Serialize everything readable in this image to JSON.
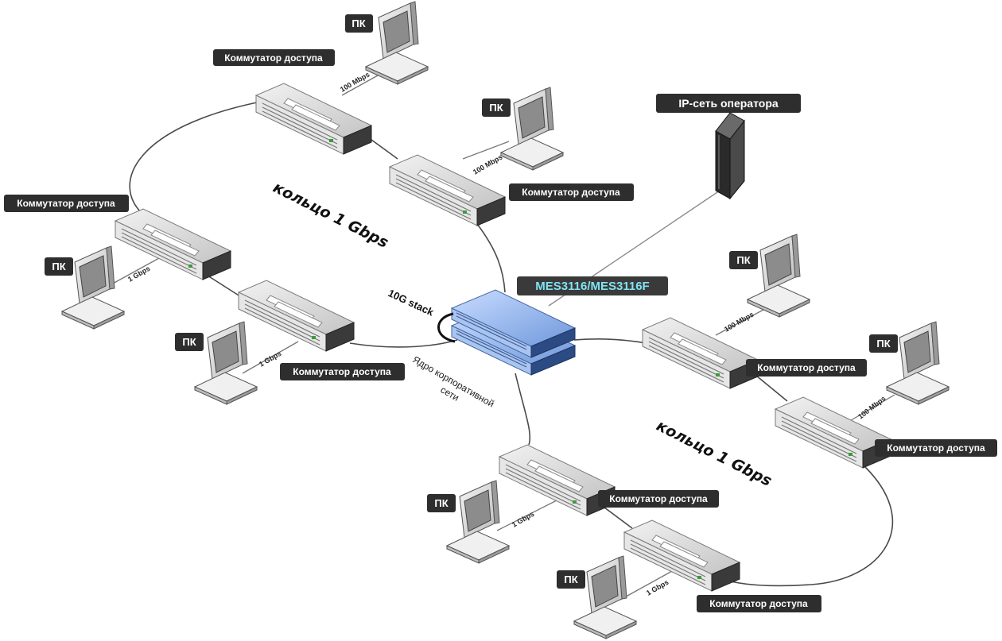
{
  "labels": {
    "access_switch": "Коммутатор доступа",
    "pc": "ПК",
    "operator_network": "IP-сеть оператора",
    "core_switch": "MES3116/MES3116F",
    "stack": "10G stack",
    "core_caption_line1": "Ядро корпоративной",
    "core_caption_line2": "сети",
    "ring_left": "кольцо 1 Gbps",
    "ring_right": "кольцо 1 Gbps"
  },
  "link_speeds": {
    "s1": "100 Mbps",
    "s2": "100 Mbps",
    "s3": "1 Gbps",
    "s4": "1 Gbps",
    "s5": "100 Mbps",
    "s6": "100 Mbps",
    "s7": "1 Gbps",
    "s8": "1 Gbps"
  },
  "colors": {
    "label_bg": "#2e2e2e",
    "core_label_text": "#7fe3f3",
    "core_switch": "#6f9fe0",
    "access_switch": "#d7d7d7"
  }
}
